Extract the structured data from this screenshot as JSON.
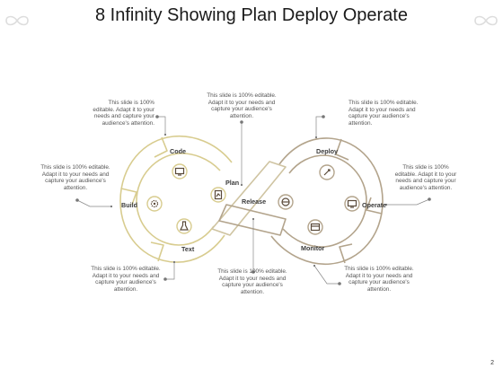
{
  "title": "8 Infinity Showing Plan Deploy Operate",
  "stages": {
    "code": "Code",
    "build": "Build",
    "text": "Text",
    "plan": "Plan",
    "release": "Release",
    "deploy": "Deploy",
    "operate": "Operate",
    "monitor": "Monitor"
  },
  "notes": [
    "This slide is 100% editable. Adapt it to your needs and capture your audience's attention.",
    "This slide is 100% editable. Adapt it to your needs and capture your audience's attention.",
    "This slide is 100% editable. Adapt it to your needs and capture your audience's attention.",
    "This slide is 100% editable. Adapt it to your needs and capture your audience's attention.",
    "This slide is 100% editable. Adapt it to your needs and capture your audience's attention.",
    "This slide is 100% editable. Adapt it to your needs and capture your audience's attention.",
    "This slide is 100% editable. Adapt it to your needs and capture your audience's attention.",
    "This slide is 100% editable. Adapt it to your needs and capture your audience's attention."
  ],
  "icons": [
    "monitor-icon",
    "gear-icon",
    "flask-icon",
    "chart-document-icon",
    "mixer-icon",
    "rocket-icon",
    "monitor-icon",
    "dashboard-icon",
    "infinity-logo-icon"
  ],
  "colors": {
    "left_loop": "#d8cc8f",
    "right_loop": "#b3a48c",
    "icon_ring": "#5a4a3a",
    "text": "#555555"
  },
  "page_number": "2"
}
